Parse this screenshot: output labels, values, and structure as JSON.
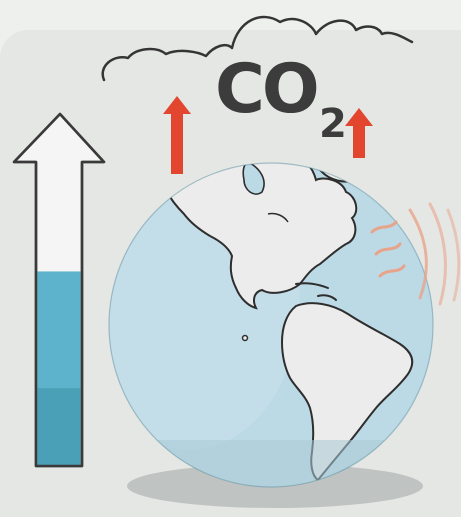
{
  "label": {
    "gas_main": "CO",
    "gas_subscript": "2"
  },
  "gauge": {
    "level": 0.64
  },
  "colors": {
    "background": "#e5e7e5",
    "ink": "#3c3c3c",
    "ocean": "#bcd9e6",
    "land": "#ececec",
    "gauge_fill": "#5cb3cb",
    "arrow_red": "#e2462e",
    "heat_waves": "#e8a48a"
  },
  "icons": [
    "cloud-icon",
    "up-arrow-icon",
    "earth-globe-icon",
    "heat-waves-icon",
    "level-gauge-icon"
  ]
}
